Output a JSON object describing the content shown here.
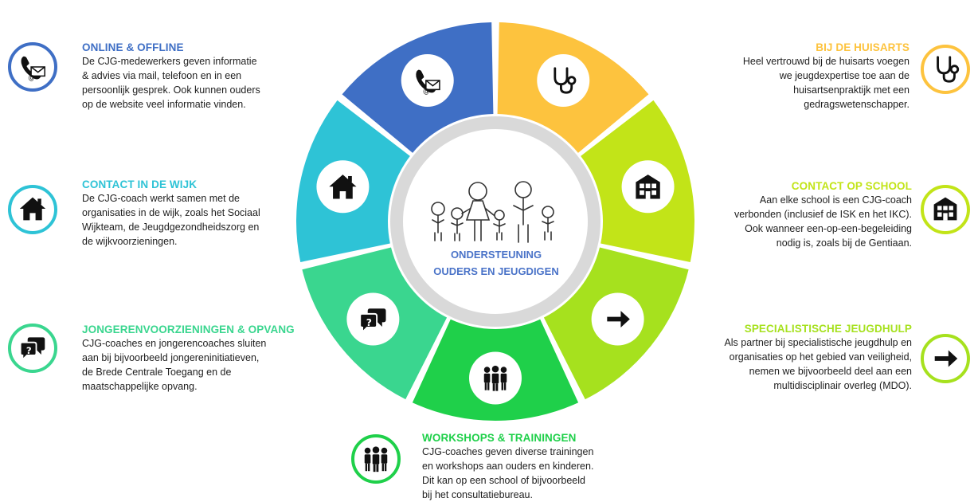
{
  "center": {
    "line1": "ONDERSTEUNING",
    "line2": "OUDERS EN JEUGDIGEN",
    "illustration": "family-drawing"
  },
  "segments": [
    {
      "id": "online",
      "color": "#3f6fc5",
      "icon": "phone-mail-icon"
    },
    {
      "id": "huisarts",
      "color": "#fdc33e",
      "icon": "stethoscope-icon"
    },
    {
      "id": "school",
      "color": "#c2e418",
      "icon": "school-icon"
    },
    {
      "id": "specialistisch",
      "color": "#a6e11e",
      "icon": "arrow-right-icon"
    },
    {
      "id": "workshops",
      "color": "#1fd04a",
      "icon": "people-icon"
    },
    {
      "id": "jongeren",
      "color": "#3ad68f",
      "icon": "chat-bubbles-icon"
    },
    {
      "id": "wijk",
      "color": "#2ec3d6",
      "icon": "house-icon"
    }
  ],
  "blocks": {
    "online": {
      "title": "ONLINE & OFFLINE",
      "title_color": "#3f6fc5",
      "text": "De CJG-medewerkers geven informatie\n& advies via mail, telefoon en in een\npersoonlijk gesprek. Ook kunnen ouders\nop de website veel informatie vinden."
    },
    "wijk": {
      "title": "CONTACT IN DE WIJK",
      "title_color": "#2ec3d6",
      "text": "De CJG-coach werkt samen met de\norganisaties in de wijk, zoals het Sociaal\nWijkteam, de Jeugdgezondheidszorg en\nde wijkvoorzieningen."
    },
    "jongeren": {
      "title": "JONGERENVOORZIENINGEN & OPVANG",
      "title_color": "#3ad68f",
      "text": "CJG-coaches en jongerencoaches sluiten\naan bij bijvoorbeeld jongereninitiatieven,\nde Brede Centrale Toegang en de\nmaatschappelijke opvang."
    },
    "workshops": {
      "title": "WORKSHOPS & TRAININGEN",
      "title_color": "#1fd04a",
      "text": "CJG-coaches geven diverse trainingen\nen workshops aan ouders en kinderen.\nDit kan op een school of bijvoorbeeld\nbij het consultatiebureau."
    },
    "huisarts": {
      "title": "BIJ DE HUISARTS",
      "title_color": "#fdc33e",
      "text": "Heel vertrouwd bij de huisarts voegen\nwe jeugdexpertise toe aan de\nhuisartsenpraktijk met een\ngedragswetenschapper."
    },
    "school": {
      "title": "CONTACT OP SCHOOL",
      "title_color": "#c2e418",
      "text": "Aan elke school is een CJG-coach\nverbonden (inclusief de ISK en het IKC).\nOok wanneer een-op-een-begeleiding\nnodig is, zoals bij de Gentiaan."
    },
    "specialistisch": {
      "title": "SPECIALISTISCHE JEUGDHULP",
      "title_color": "#a6e11e",
      "text": "Als partner bij specialistische jeugdhulp en\norganisaties op het gebied van veiligheid,\nnemen we bijvoorbeeld deel aan een\nmultidisciplinair overleg (MDO)."
    }
  }
}
